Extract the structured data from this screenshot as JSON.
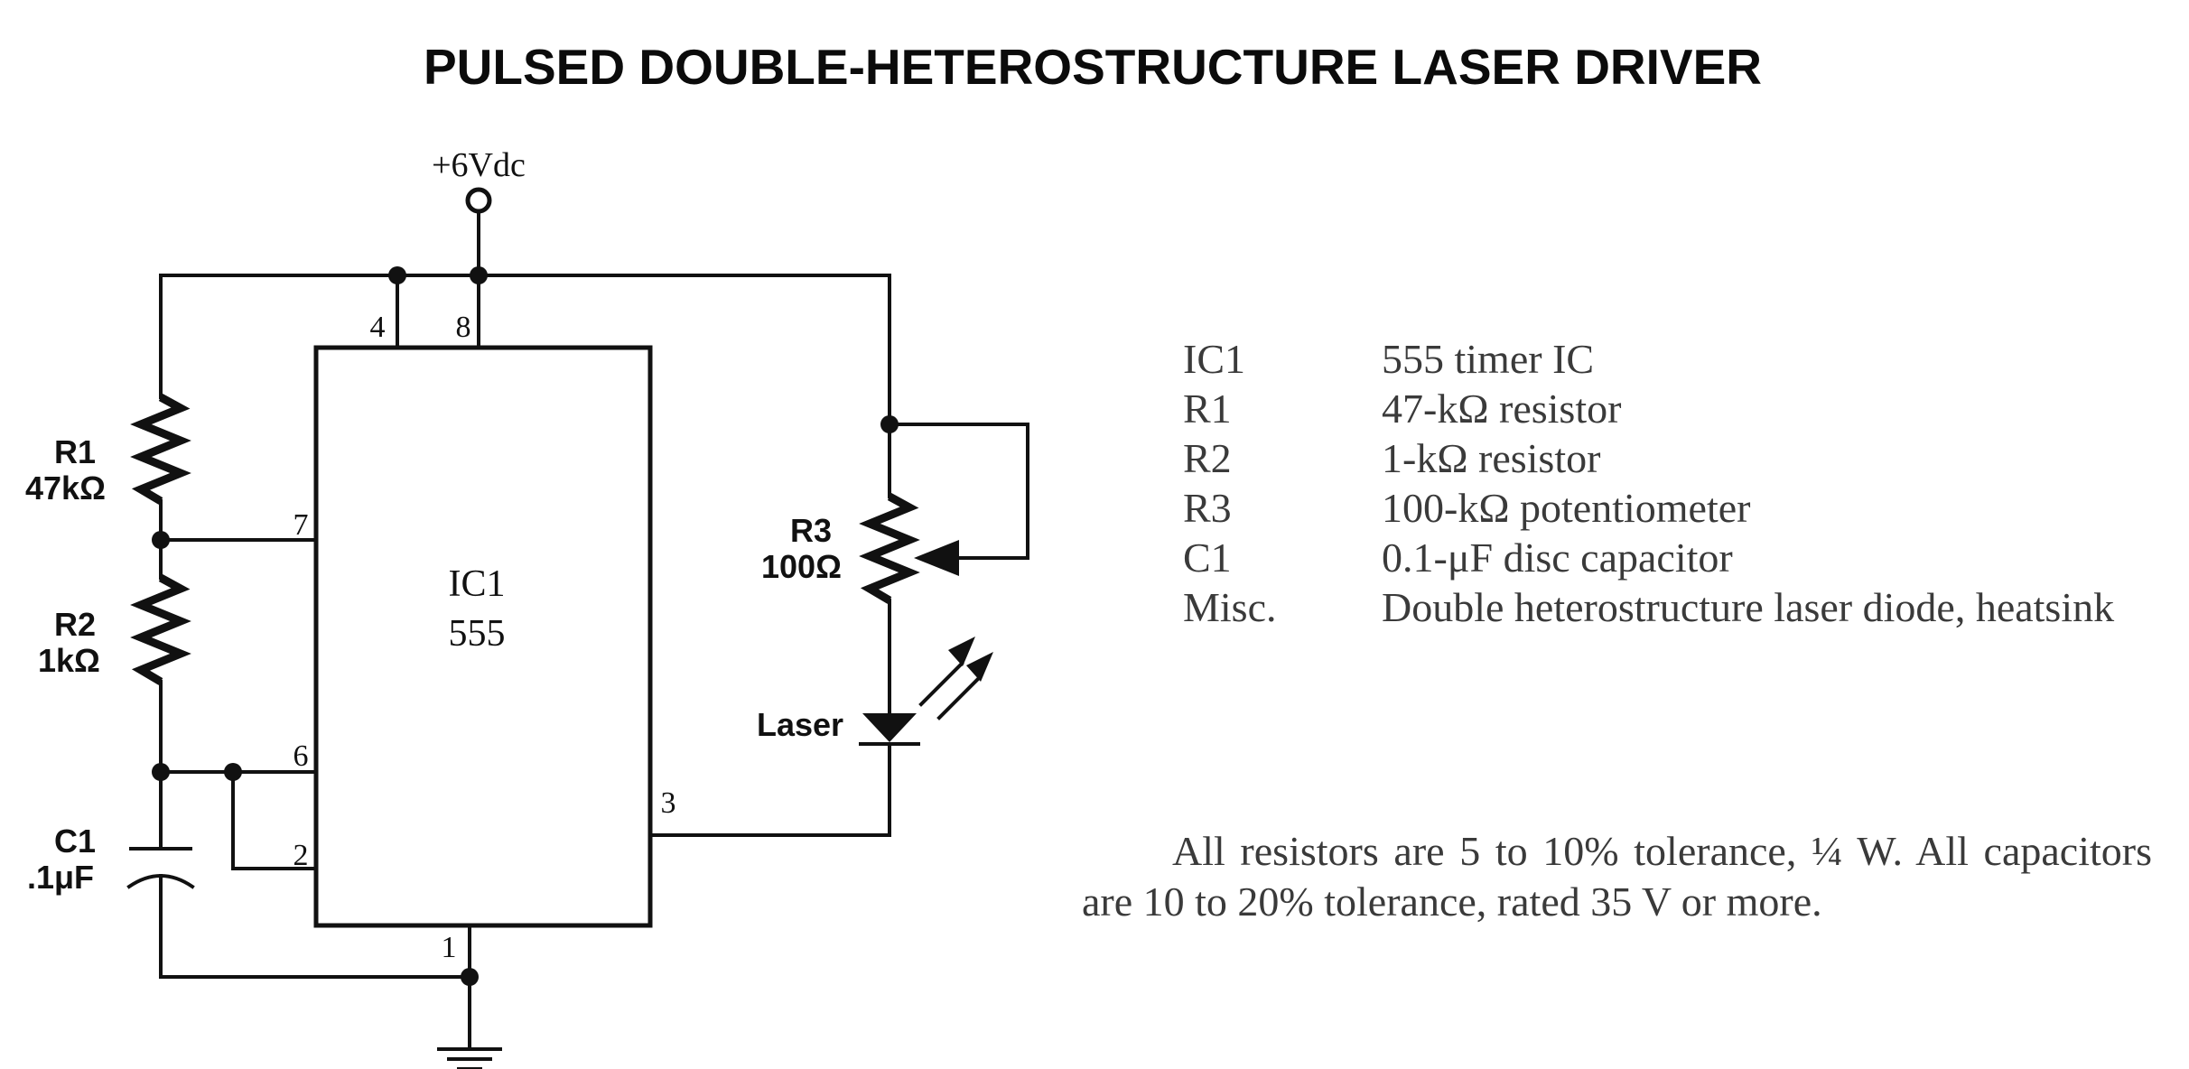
{
  "title": "PULSED DOUBLE-HETEROSTRUCTURE LASER DRIVER",
  "schematic": {
    "supply": "+6Vdc",
    "ic_ref": "IC1",
    "ic_type": "555",
    "pins": {
      "p1": "1",
      "p2": "2",
      "p3": "3",
      "p4": "4",
      "p6": "6",
      "p7": "7",
      "p8": "8"
    },
    "r1": {
      "ref": "R1",
      "value": "47kΩ"
    },
    "r2": {
      "ref": "R2",
      "value": "1kΩ"
    },
    "r3": {
      "ref": "R3",
      "value": "100Ω"
    },
    "c1": {
      "ref": "C1",
      "value": ".1μF"
    },
    "laser": "Laser"
  },
  "parts_list": [
    {
      "ref": "IC1",
      "desc": "555 timer IC"
    },
    {
      "ref": "R1",
      "desc": "47-kΩ resistor"
    },
    {
      "ref": "R2",
      "desc": "1-kΩ resistor"
    },
    {
      "ref": "R3",
      "desc": "100-kΩ potentiometer"
    },
    {
      "ref": "C1",
      "desc": "0.1-μF disc capacitor"
    },
    {
      "ref": "Misc.",
      "desc": "Double heterostructure laser diode, heatsink"
    }
  ],
  "note": "All resistors are 5 to 10% tolerance, ¼ W. All capacitors are 10 to 20% tolerance, rated 35 V or more."
}
